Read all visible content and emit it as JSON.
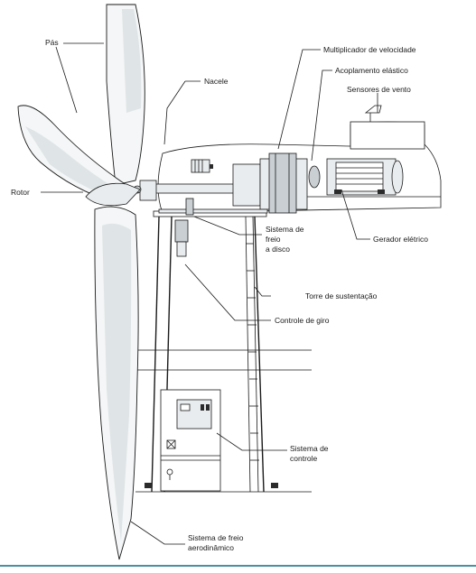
{
  "labels": {
    "pas": "Pás",
    "nacele": "Nacele",
    "multiplicador": "Multiplicador de velocidade",
    "acoplamento": "Acoplamento elástico",
    "sensores": "Sensores de vento",
    "rotor": "Rotor",
    "gerador": "Gerador elétrico",
    "freio_disco_1": "Sistema de",
    "freio_disco_2": "freio",
    "freio_disco_3": "a disco",
    "torre": "Torre de sustentação",
    "controle_giro": "Controle de giro",
    "controle_1": "Sistema de",
    "controle_2": "controle",
    "freio_aero_1": "Sistema de freio",
    "freio_aero_2": "aerodinâmico"
  },
  "colors": {
    "line": "#1a1a1a",
    "blade": "#f4f6f7",
    "frame_bottom": "#4a90a4"
  }
}
